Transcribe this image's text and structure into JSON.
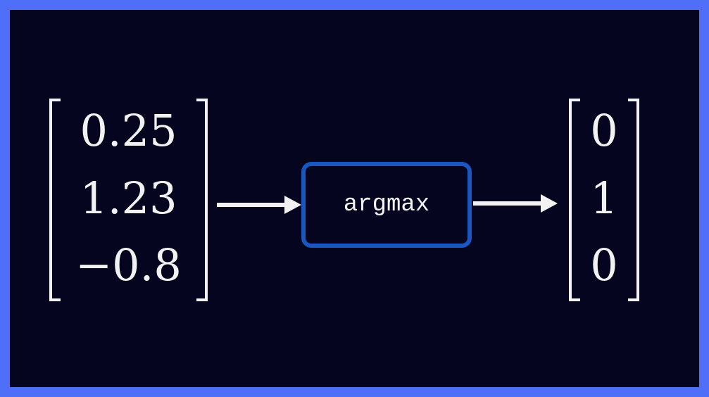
{
  "input_vector": [
    "0.25",
    "1.23",
    "−0.8"
  ],
  "operation": "argmax",
  "output_vector": [
    "0",
    "1",
    "0"
  ],
  "colors": {
    "frame": "#4f6ff8",
    "background": "#05051f",
    "box_border": "#1a56c0",
    "foreground": "#f2f2f2"
  }
}
